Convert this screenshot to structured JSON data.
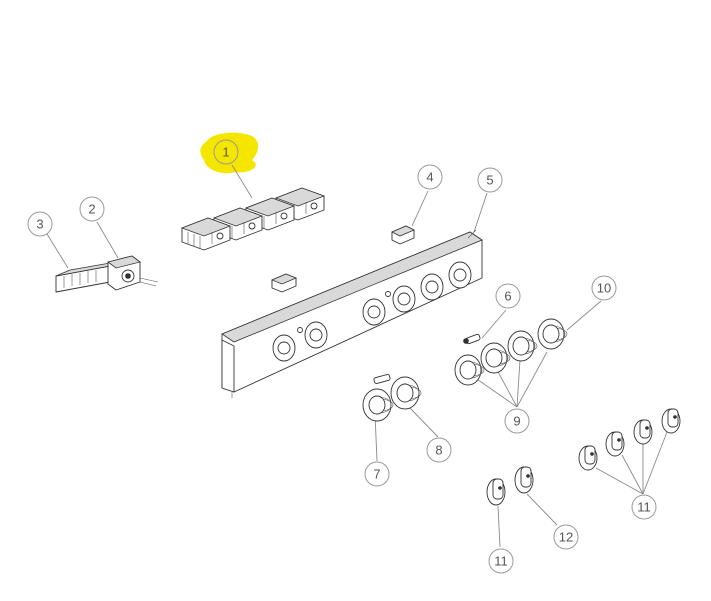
{
  "highlight_color": "#f5e600",
  "callouts": [
    {
      "id": "c1",
      "label": "1",
      "highlighted": true
    },
    {
      "id": "c2",
      "label": "2"
    },
    {
      "id": "c3",
      "label": "3"
    },
    {
      "id": "c4",
      "label": "4"
    },
    {
      "id": "c5",
      "label": "5"
    },
    {
      "id": "c6",
      "label": "6"
    },
    {
      "id": "c7",
      "label": "7"
    },
    {
      "id": "c8",
      "label": "8"
    },
    {
      "id": "c9",
      "label": "9"
    },
    {
      "id": "c10",
      "label": "10"
    },
    {
      "id": "c11a",
      "label": "11"
    },
    {
      "id": "c11b",
      "label": "11"
    },
    {
      "id": "c12",
      "label": "12"
    }
  ]
}
